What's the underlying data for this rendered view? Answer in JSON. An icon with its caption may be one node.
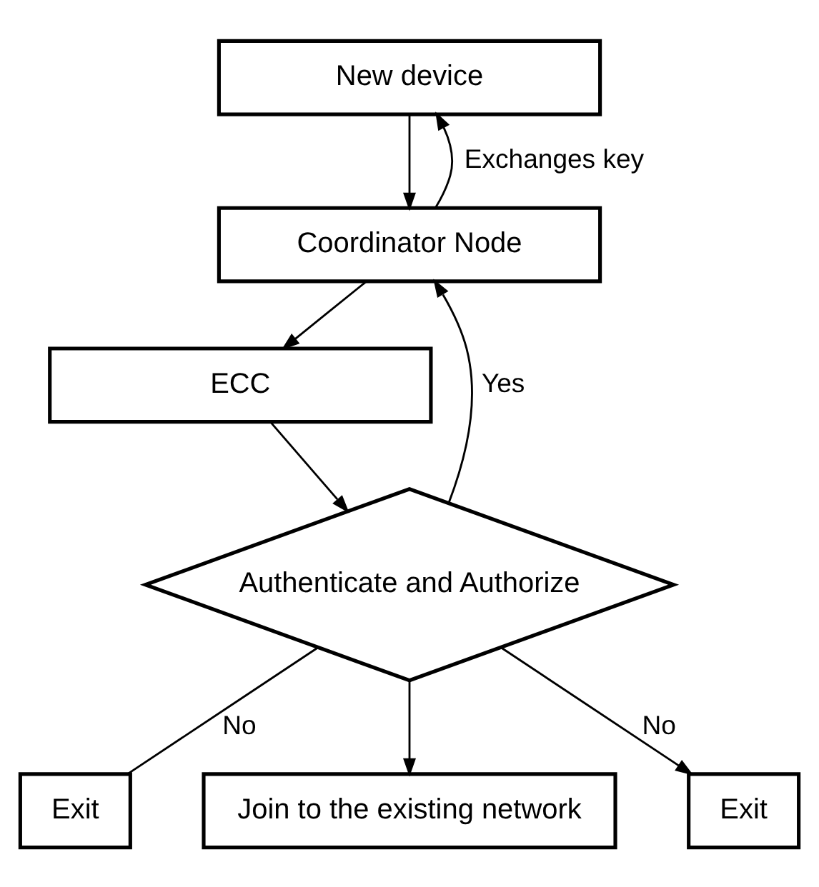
{
  "diagram": {
    "nodes": [
      {
        "text": [
          "New device"
        ]
      },
      {
        "text": [
          "Coordinator Node"
        ]
      },
      {
        "text": [
          "ECC"
        ]
      },
      {
        "text": [
          "Authenticate and Authorize"
        ]
      },
      {
        "text": [
          "Exit"
        ]
      },
      {
        "text": [
          "Join to the existing network"
        ]
      },
      {
        "text": [
          "Exit"
        ]
      }
    ],
    "edges": [
      {
        "from": 0,
        "to": 1,
        "arrow": "to"
      },
      {
        "from": 1,
        "to": 0,
        "arrow": "to",
        "label": "Exchanges key"
      },
      {
        "from": 1,
        "to": 2,
        "arrow": "to"
      },
      {
        "from": 2,
        "to": 3,
        "arrow": "to"
      },
      {
        "from": 3,
        "to": 1,
        "arrow": "to",
        "label": "Yes"
      },
      {
        "from": 3,
        "to": 4,
        "arrow": "none",
        "label": "No"
      },
      {
        "from": 3,
        "to": 5,
        "arrow": "to"
      },
      {
        "from": 3,
        "to": 6,
        "arrow": "to",
        "label": "No"
      }
    ]
  }
}
